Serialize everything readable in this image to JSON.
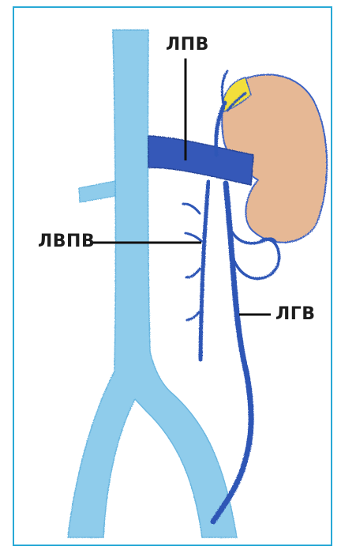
{
  "labels": {
    "lpv": "ЛПВ",
    "lvpv": "ЛВПВ",
    "lgv": "ЛГВ"
  },
  "colors": {
    "frame": "#29a9d6",
    "ivc": "#7cc3e8",
    "renal_vein": "#2f57b6",
    "kidney": "#e4b794",
    "kidney_outline": "#3e64c4",
    "adrenal": "#f1de3a",
    "leader_line": "#111111"
  }
}
